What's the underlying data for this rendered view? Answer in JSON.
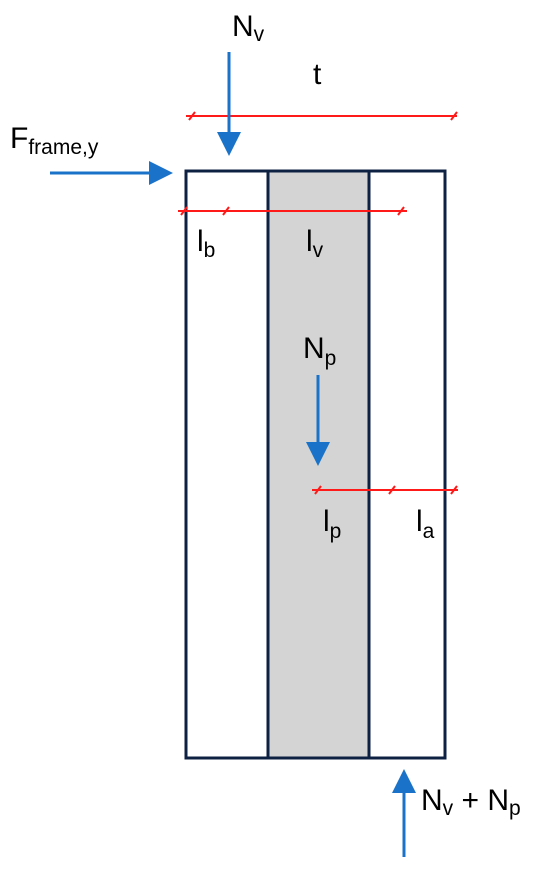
{
  "colors": {
    "outline": "#0d2142",
    "fill_middle": "#d4d4d4",
    "arrow": "#1a73c8",
    "dimension": "#ff1a1a",
    "text": "#000000"
  },
  "labels": {
    "n_v": {
      "main": "N",
      "sub": "v"
    },
    "t": "t",
    "f_frame": {
      "main": "F",
      "sub": "frame,y"
    },
    "l_b": {
      "main": "l",
      "sub": "b"
    },
    "l_v": {
      "main": "l",
      "sub": "v"
    },
    "n_p": {
      "main": "N",
      "sub": "p"
    },
    "l_p": {
      "main": "l",
      "sub": "p"
    },
    "l_a": {
      "main": "l",
      "sub": "a"
    },
    "reaction": {
      "main1": "N",
      "sub1": "v",
      "op": " + ",
      "main2": "N",
      "sub2": "p"
    }
  }
}
